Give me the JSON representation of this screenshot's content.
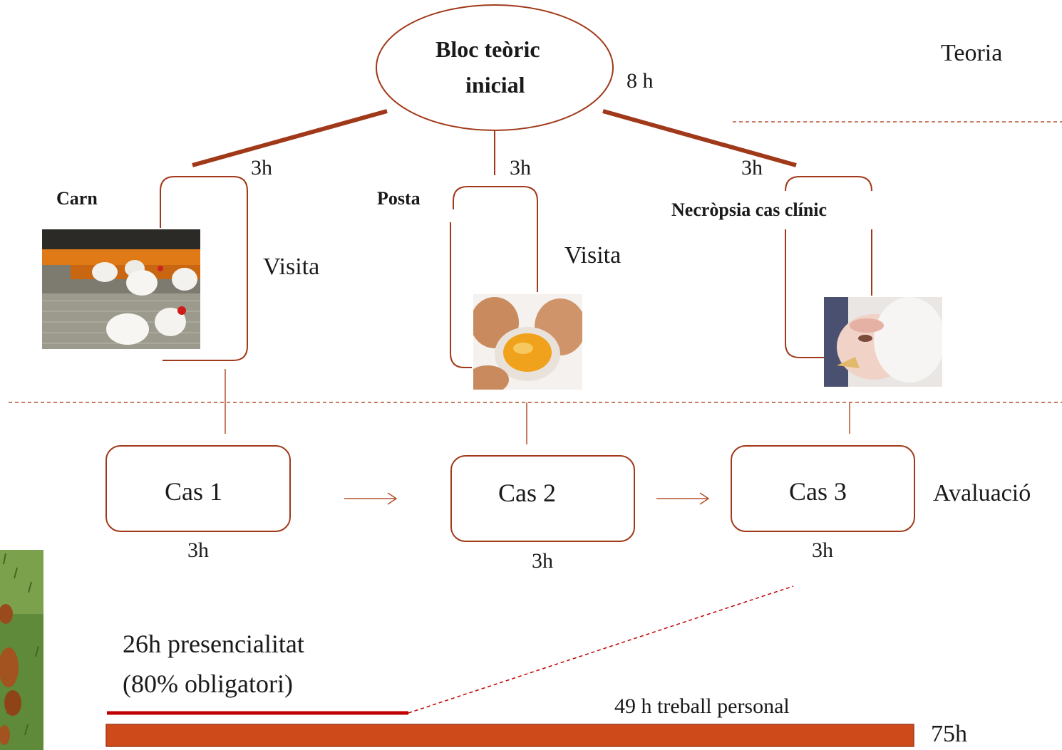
{
  "root": {
    "title_line1": "Bloc teòric",
    "title_line2": "inicial",
    "hours": "8 h"
  },
  "sections": {
    "theory": "Teoria",
    "evaluation": "Avaluació"
  },
  "branches": [
    {
      "category": "Carn",
      "hours": "3h",
      "activity": "Visita",
      "image_icon": "broiler-chickens-photo"
    },
    {
      "category": "Posta",
      "hours": "3h",
      "activity": "Visita",
      "image_icon": "egg-yolk-photo"
    },
    {
      "category": "Necròpsia cas clínic",
      "hours": "3h",
      "activity": "",
      "image_icon": "sick-chicken-photo"
    }
  ],
  "cases": [
    {
      "label": "Cas 1",
      "hours": "3h"
    },
    {
      "label": "Cas 2",
      "hours": "3h"
    },
    {
      "label": "Cas 3",
      "hours": "3h"
    }
  ],
  "summary": {
    "presence_line1": "26h presencialitat",
    "presence_line2": "(80% obligatori)",
    "personal_work": "49 h treball  personal",
    "total": "75h"
  },
  "colors": {
    "line": "#a0391a",
    "thin_line": "#b5512b",
    "bar": "#cf4a1a",
    "red_line": "#c00000"
  }
}
